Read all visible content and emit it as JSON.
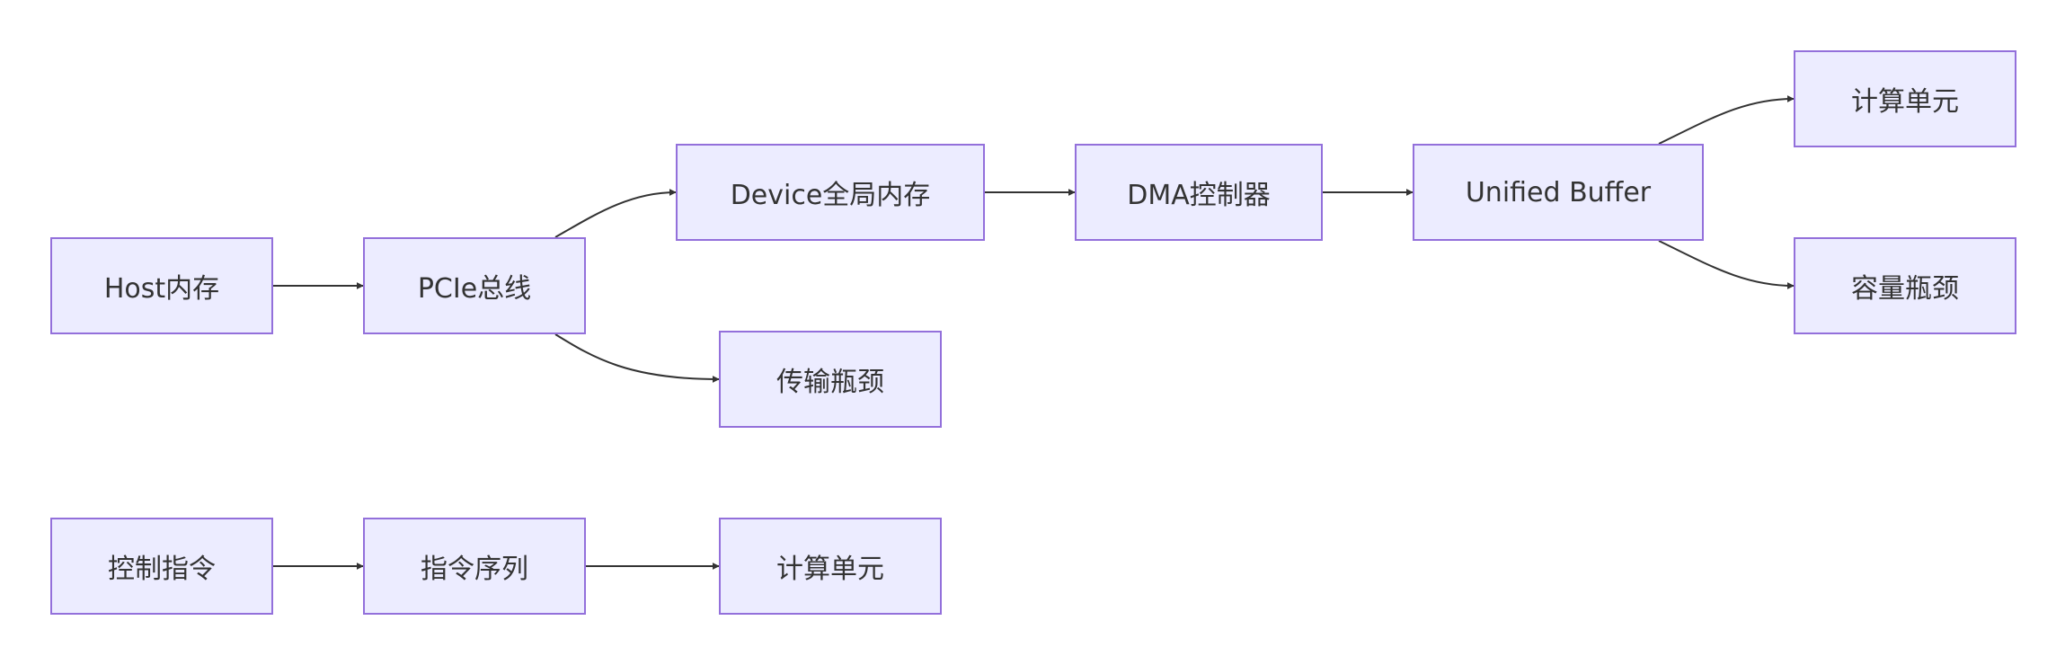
{
  "colors": {
    "node_fill": "#ECECFF",
    "node_border": "#9370DB",
    "edge": "#333333",
    "text": "#333333"
  },
  "nodes": {
    "host_memory": "Host内存",
    "pcie_bus": "PCIe总线",
    "device_global_memory": "Device全局内存",
    "dma_controller": "DMA控制器",
    "unified_buffer": "Unified Buffer",
    "compute_unit_top": "计算单元",
    "capacity_bottleneck": "容量瓶颈",
    "transfer_bottleneck": "传输瓶颈",
    "control_instruction": "控制指令",
    "instruction_sequence": "指令序列",
    "compute_unit_bottom": "计算单元"
  },
  "edges": [
    {
      "from": "host_memory",
      "to": "pcie_bus"
    },
    {
      "from": "pcie_bus",
      "to": "device_global_memory"
    },
    {
      "from": "pcie_bus",
      "to": "transfer_bottleneck"
    },
    {
      "from": "device_global_memory",
      "to": "dma_controller"
    },
    {
      "from": "dma_controller",
      "to": "unified_buffer"
    },
    {
      "from": "unified_buffer",
      "to": "compute_unit_top"
    },
    {
      "from": "unified_buffer",
      "to": "capacity_bottleneck"
    },
    {
      "from": "control_instruction",
      "to": "instruction_sequence"
    },
    {
      "from": "instruction_sequence",
      "to": "compute_unit_bottom"
    }
  ]
}
